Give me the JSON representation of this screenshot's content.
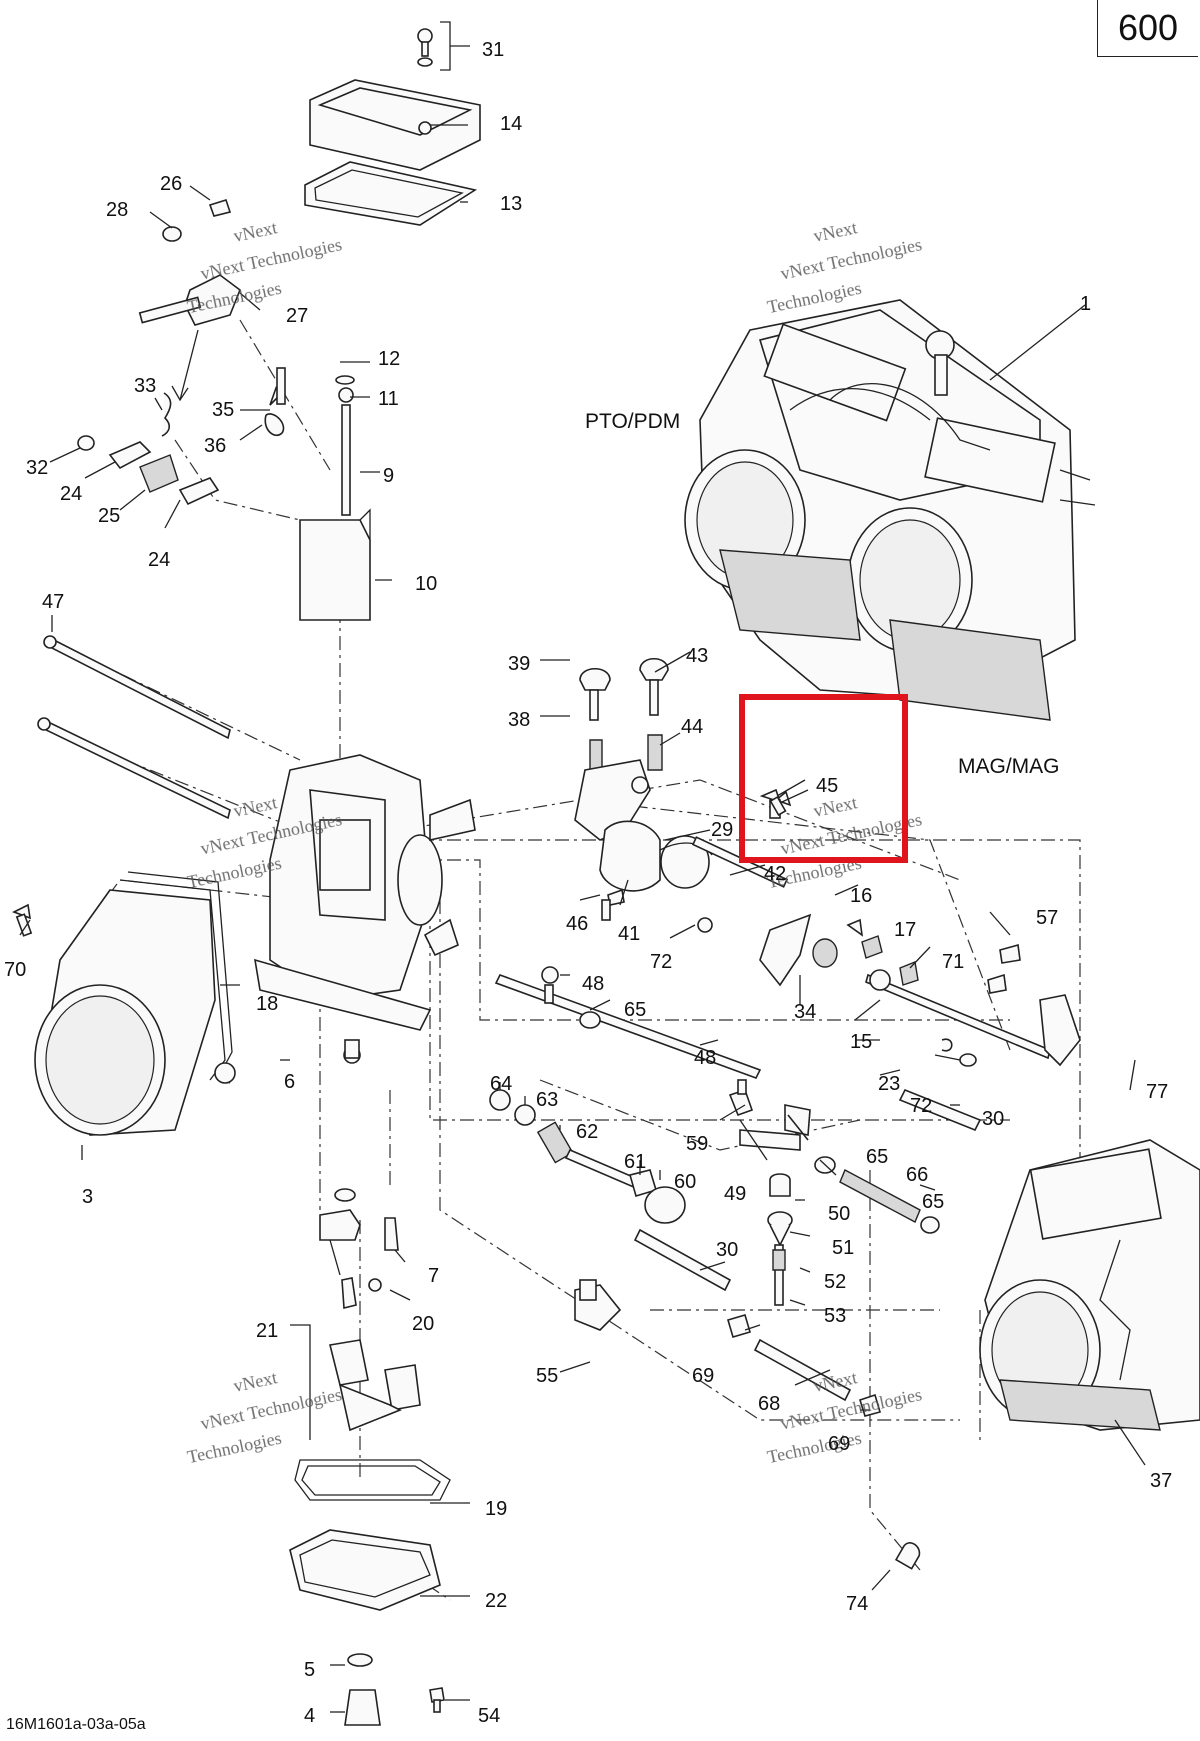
{
  "page_number": "600",
  "reference_code": "16M1601a-03a-05a",
  "annotations": {
    "pto": "PTO/PDM",
    "mag": "MAG/MAG"
  },
  "watermark": {
    "line1": "vNext",
    "line2": "vNext Technologies",
    "line3": "Technologies"
  },
  "highlight": {
    "part": "45",
    "color": "#e0141c"
  },
  "callouts": [
    {
      "id": "31",
      "label": "31"
    },
    {
      "id": "14",
      "label": "14"
    },
    {
      "id": "13",
      "label": "13"
    },
    {
      "id": "26",
      "label": "26"
    },
    {
      "id": "28",
      "label": "28"
    },
    {
      "id": "27",
      "label": "27"
    },
    {
      "id": "12",
      "label": "12"
    },
    {
      "id": "11",
      "label": "11"
    },
    {
      "id": "35",
      "label": "35"
    },
    {
      "id": "33",
      "label": "33"
    },
    {
      "id": "36",
      "label": "36"
    },
    {
      "id": "9",
      "label": "9"
    },
    {
      "id": "32",
      "label": "32"
    },
    {
      "id": "24a",
      "label": "24"
    },
    {
      "id": "25",
      "label": "25"
    },
    {
      "id": "24b",
      "label": "24"
    },
    {
      "id": "10",
      "label": "10"
    },
    {
      "id": "1",
      "label": "1"
    },
    {
      "id": "47",
      "label": "47"
    },
    {
      "id": "39",
      "label": "39"
    },
    {
      "id": "43",
      "label": "43"
    },
    {
      "id": "38",
      "label": "38"
    },
    {
      "id": "44",
      "label": "44"
    },
    {
      "id": "45",
      "label": "45"
    },
    {
      "id": "29",
      "label": "29"
    },
    {
      "id": "42",
      "label": "42"
    },
    {
      "id": "16",
      "label": "16"
    },
    {
      "id": "17",
      "label": "17"
    },
    {
      "id": "57",
      "label": "57"
    },
    {
      "id": "46",
      "label": "46"
    },
    {
      "id": "41",
      "label": "41"
    },
    {
      "id": "72a",
      "label": "72"
    },
    {
      "id": "71",
      "label": "71"
    },
    {
      "id": "70",
      "label": "70"
    },
    {
      "id": "34",
      "label": "34"
    },
    {
      "id": "48a",
      "label": "48"
    },
    {
      "id": "65a",
      "label": "65"
    },
    {
      "id": "15",
      "label": "15"
    },
    {
      "id": "18",
      "label": "18"
    },
    {
      "id": "23",
      "label": "23"
    },
    {
      "id": "72b",
      "label": "72"
    },
    {
      "id": "30a",
      "label": "30"
    },
    {
      "id": "48b",
      "label": "48"
    },
    {
      "id": "6",
      "label": "6"
    },
    {
      "id": "64",
      "label": "64"
    },
    {
      "id": "63",
      "label": "63"
    },
    {
      "id": "62",
      "label": "62"
    },
    {
      "id": "59",
      "label": "59"
    },
    {
      "id": "65b",
      "label": "65"
    },
    {
      "id": "77",
      "label": "77"
    },
    {
      "id": "61",
      "label": "61"
    },
    {
      "id": "60",
      "label": "60"
    },
    {
      "id": "49",
      "label": "49"
    },
    {
      "id": "66",
      "label": "66"
    },
    {
      "id": "3",
      "label": "3"
    },
    {
      "id": "50",
      "label": "50"
    },
    {
      "id": "65c",
      "label": "65"
    },
    {
      "id": "51",
      "label": "51"
    },
    {
      "id": "30b",
      "label": "30"
    },
    {
      "id": "7",
      "label": "7"
    },
    {
      "id": "52",
      "label": "52"
    },
    {
      "id": "21",
      "label": "21"
    },
    {
      "id": "20",
      "label": "20"
    },
    {
      "id": "53",
      "label": "53"
    },
    {
      "id": "55",
      "label": "55"
    },
    {
      "id": "69a",
      "label": "69"
    },
    {
      "id": "68",
      "label": "68"
    },
    {
      "id": "69b",
      "label": "69"
    },
    {
      "id": "37",
      "label": "37"
    },
    {
      "id": "19",
      "label": "19"
    },
    {
      "id": "22",
      "label": "22"
    },
    {
      "id": "74",
      "label": "74"
    },
    {
      "id": "5",
      "label": "5"
    },
    {
      "id": "4",
      "label": "4"
    },
    {
      "id": "54",
      "label": "54"
    }
  ]
}
